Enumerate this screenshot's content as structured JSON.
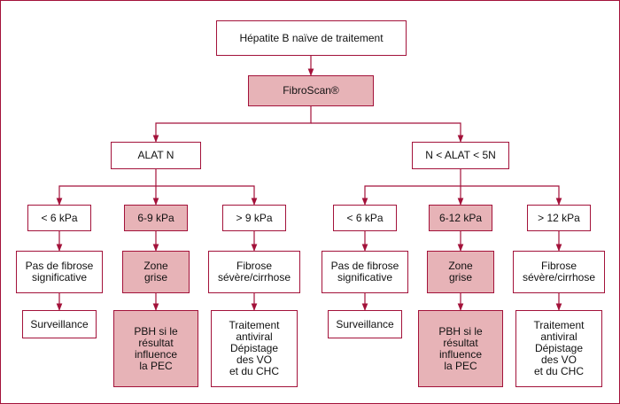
{
  "colors": {
    "border": "#a3123a",
    "highlight": "#e7b3b7",
    "text": "#111111"
  },
  "nodes": {
    "root": "Hépatite B naïve de traitement",
    "fibroscan": "FibroScan®",
    "left": {
      "alat": "ALAT N",
      "kpa_low": "< 6 kPa",
      "kpa_mid": "6-9 kPa",
      "kpa_high": "> 9 kPa",
      "result_low": "Pas de fibrose\nsignificative",
      "result_mid": "Zone\ngrise",
      "result_high": "Fibrose\nsévère/cirrhose",
      "action_low": "Surveillance",
      "action_mid": "PBH si le\nrésultat\ninfluence\nla PEC",
      "action_high": "Traitement\nantiviral\nDépistage\ndes VO\net du CHC"
    },
    "right": {
      "alat": "N < ALAT < 5N",
      "kpa_low": "< 6 kPa",
      "kpa_mid": "6-12 kPa",
      "kpa_high": "> 12 kPa",
      "result_low": "Pas de fibrose\nsignificative",
      "result_mid": "Zone\ngrise",
      "result_high": "Fibrose\nsévère/cirrhose",
      "action_low": "Surveillance",
      "action_mid": "PBH si le\nrésultat\ninfluence\nla PEC",
      "action_high": "Traitement\nantiviral\nDépistage\ndes VO\net du CHC"
    }
  }
}
